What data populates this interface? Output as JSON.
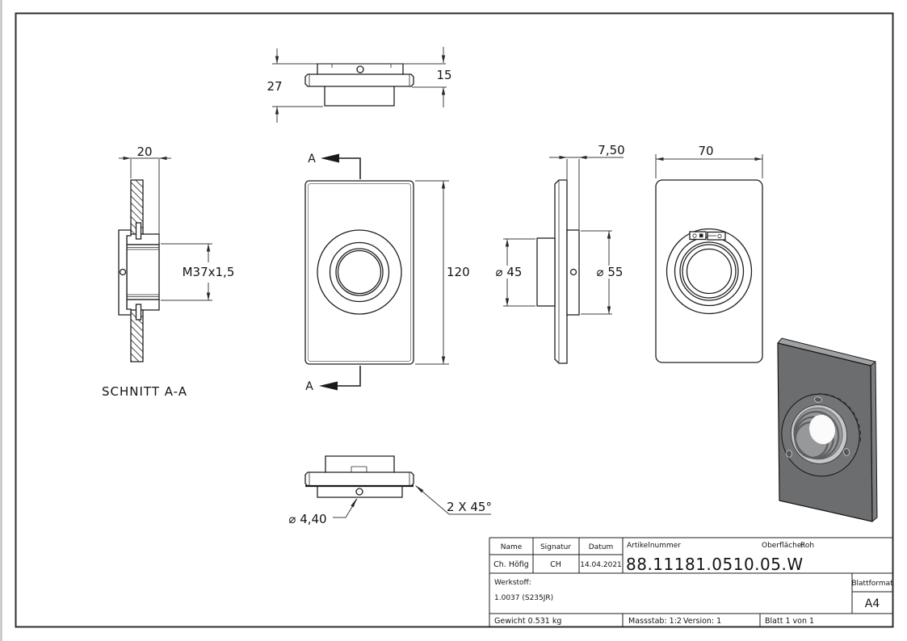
{
  "views": {
    "section": {
      "caption": "SCHNITT A-A",
      "dim_width": "20",
      "thread": "M37x1,5"
    },
    "top": {
      "dim_total_height": "27",
      "dim_upper_height": "15"
    },
    "front": {
      "dim_height": "120",
      "cut_label": "A"
    },
    "side": {
      "dim_boss_thickness": "7,50",
      "dim_boss_small": "⌀ 45",
      "dim_boss_large": "⌀ 55"
    },
    "back": {
      "dim_width": "70"
    },
    "bottom": {
      "dim_hole": "⌀ 4,40",
      "dim_chamfer": "2 X 45°"
    }
  },
  "title_block": {
    "name_label": "Name",
    "signature_label": "Signatur",
    "date_label": "Datum",
    "name": "Ch. Höfig",
    "signature": "CH",
    "date": "14.04.2021",
    "article_label": "Artikelnummer",
    "article_number": "88.11181.0510.05.W",
    "surface_label": "Oberfläche:",
    "surface_value": "Roh",
    "material_label": "Werkstoff:",
    "material_value": "1.0037 (S235JR)",
    "weight": "Gewicht 0.531 kg",
    "scale": "Massstab: 1:2",
    "version": "Version: 1",
    "sheet": "Blatt 1 von 1",
    "format_label": "Blattformat",
    "format_value": "A4"
  },
  "colors": {
    "line": "#1f1f1f",
    "dim_line": "#3d3d3d",
    "iso_face": "#6c6d6f",
    "iso_top": "#9fa0a2",
    "iso_side": "#7d7e80",
    "iso_ring": "#737476",
    "iso_chamfer": "#c6c7c9",
    "iso_thread": "#97989a",
    "iso_groove": "#5f6062",
    "iso_hole_light": "#fbfbfb"
  }
}
